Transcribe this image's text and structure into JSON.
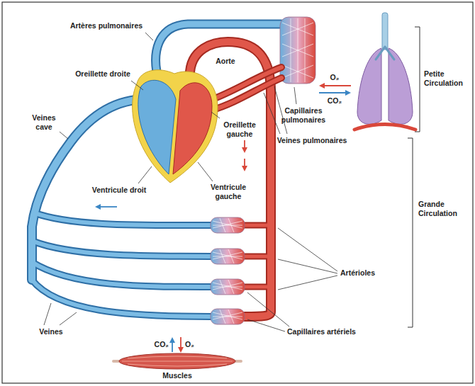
{
  "diagram": {
    "labels": [
      "Artères pulmonaires",
      "Aorte",
      "Oreillette droite",
      "O₂",
      "CO₂",
      "Petite Circulation",
      "Capillaires pulmonaires",
      "Veines cave",
      "Oreillette gauche",
      "Veines pulmonaires",
      "Ventricule droit",
      "Ventricule gauche",
      "Grande Circulation",
      "Artérioles",
      "Veines",
      "Capillaires artériels",
      "CO₂",
      "O₂",
      "Muscles"
    ]
  }
}
